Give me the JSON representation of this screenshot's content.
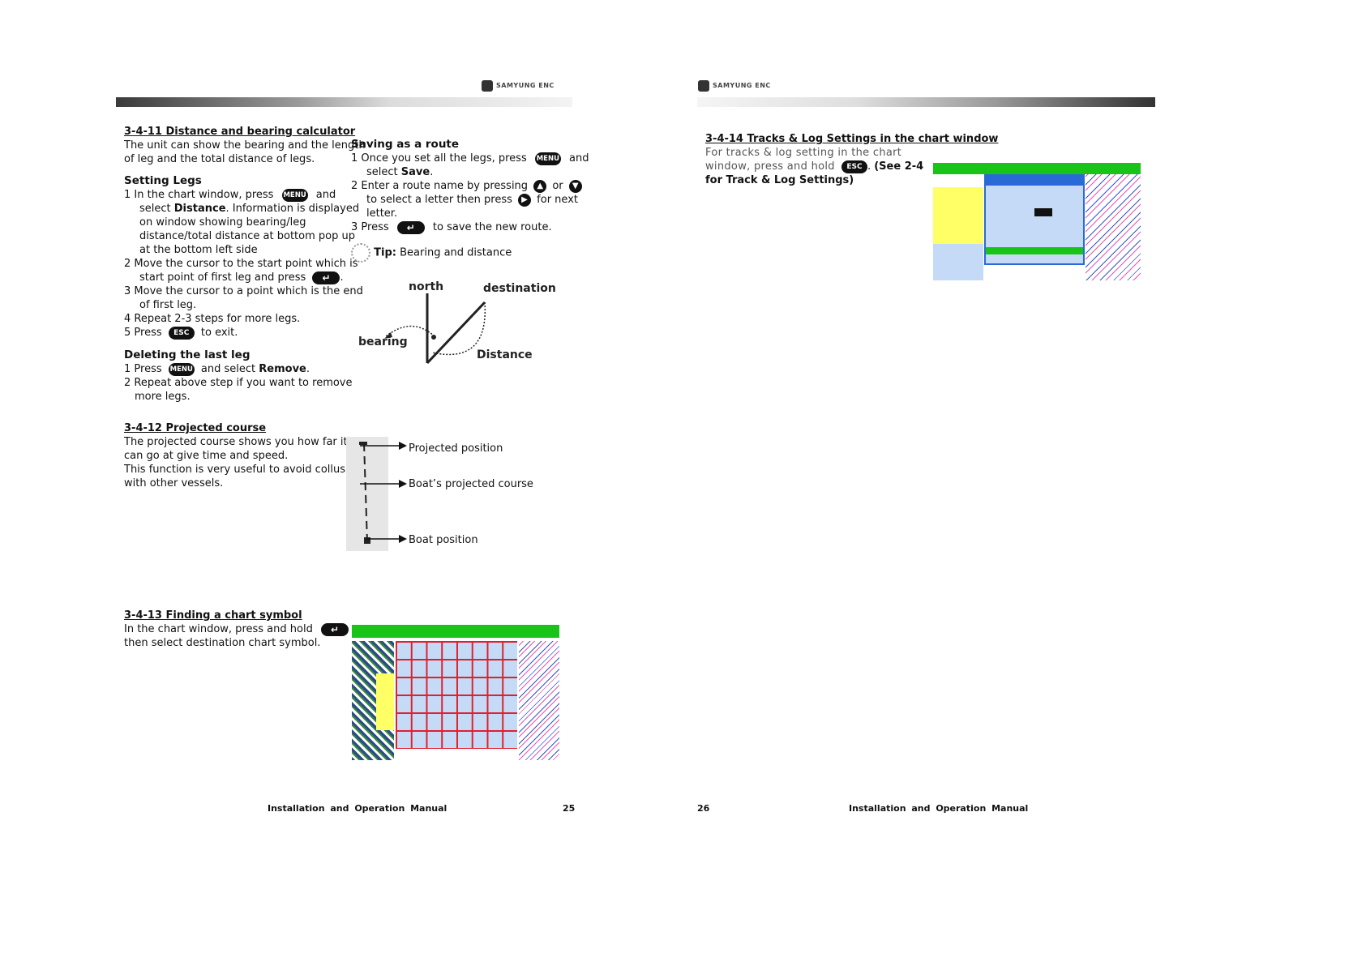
{
  "header": {
    "left_logo": "SAMYUNG ENC",
    "right_logo": "SAMYUNG ENC"
  },
  "left_page": {
    "s11": {
      "title": "3-4-11 Distance and bearing calculator",
      "intro": [
        "The unit can show the bearing and the length",
        "of leg and the total distance of legs."
      ],
      "setting_title": "Setting Legs",
      "step1_a": "1 In the chart window, press",
      "step1_b": "and",
      "step1_c_pre": "select ",
      "step1_c_bold": "Distance",
      "step1_c_post": ". Information is displayed",
      "step1_d": "on window showing bearing/leg",
      "step1_e": "distance/total distance at bottom pop up",
      "step1_f": "at the bottom left side",
      "step2_a": "2 Move the cursor to the start point which is",
      "step2_b": "start point of first leg and press",
      "step3_a": "3 Move the cursor to a point which is the end",
      "step3_b": "of first leg.",
      "step4": "4 Repeat 2-3 steps for more legs.",
      "step5_a": "5 Press",
      "step5_b": "to exit.",
      "delete_title": "Deleting the last leg",
      "del1_a": "1 Press",
      "del1_b": "and select ",
      "del1_bold": "Remove",
      "del2_a": "2 Repeat above step if you want to remove",
      "del2_b": "more legs.",
      "route_title": "Saving as a route",
      "r1_a": "1 Once you set all the legs, press",
      "r1_b": "and",
      "r1_c_pre": "select ",
      "r1_c_bold": "Save",
      "r2_a": "2 Enter a route name by pressing",
      "r2_or": "or",
      "r2_b": "to select a letter then press",
      "r2_c": "for next",
      "r2_d": "letter.",
      "r3_a": "3 Press",
      "r3_b": "to save the new route.",
      "tip_label": "Tip:",
      "tip_text": "Bearing and distance",
      "diagram": {
        "north": "north",
        "destination": "destination",
        "bearing": "bearing",
        "distance": "Distance"
      }
    },
    "s12": {
      "title": "3-4-12 Projected course",
      "lines": [
        "The projected course shows you how far it",
        "can go at give time and speed.",
        "This function is very useful to avoid collusion",
        "with other vessels."
      ],
      "label_projected": "Projected position",
      "label_course": "Boat’s projected course",
      "label_boat": "Boat position"
    },
    "s13": {
      "title": "3-4-13 Finding a chart symbol",
      "line1": "In the chart window, press and hold",
      "line2": "then select destination chart symbol."
    },
    "footer_title": "Installation  and  Operation  Manual",
    "page_number": "25"
  },
  "right_page": {
    "s14": {
      "title": "3-4-14 Tracks & Log Settings in the chart window",
      "line1": "For tracks & log setting in the chart",
      "line2": "window, press and hold",
      "line2_bold": "(See 2-4",
      "line3_bold": "for Track & Log Settings)"
    },
    "footer_title": "Installation  and  Operation  Manual",
    "page_number": "26"
  },
  "buttons": {
    "menu": "MENU",
    "esc": "ESC",
    "enter": "↵",
    "up": "▲",
    "down": "▼",
    "right": "▶"
  },
  "colors": {
    "screen_green": "#19c419",
    "screen_blue": "#c4daf6",
    "screen_yellow": "#ffff66",
    "grid_red": "#e0202a"
  }
}
